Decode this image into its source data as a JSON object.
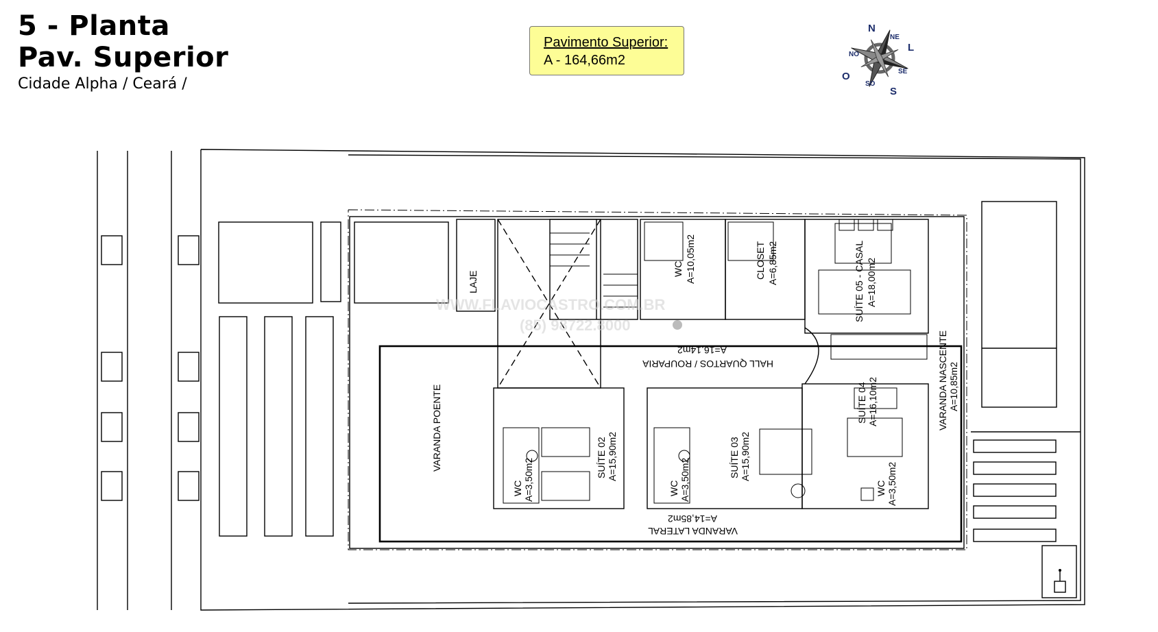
{
  "header": {
    "title_line1": "5 - Planta",
    "title_line2": "Pav. Superior",
    "location": "Cidade Alpha / Ceará   /"
  },
  "area_box": {
    "label": "Pavimento Superior:",
    "value": "A - 164,66m2"
  },
  "compass": {
    "n": "N",
    "ne": "NE",
    "l": "L",
    "se": "SE",
    "s": "S",
    "so": "SO",
    "o": "O",
    "no": "NO",
    "color": "#1c2d6b"
  },
  "watermark": {
    "line1": "WWW.FLAVIOCASTRO.COM.BR",
    "line2": "(85) 98722.8000"
  },
  "rooms": {
    "laje": "LAJE",
    "varanda_poente": "VARANDA POENTE",
    "wc_top": "WC",
    "wc_top_area": "A=10,05m2",
    "closet": "CLOSET",
    "closet_area": "A=6,85m2",
    "suite05": "SUÍTE 05 - CASAL",
    "suite05_area": "A=18,00m2",
    "hall": "HALL QUARTOS / ROUPARIA",
    "hall_area": "A=16,14m2",
    "varanda_nascente": "VARANDA NASCENTE",
    "varanda_nascente_area": "A=10,85m2",
    "suite04": "SUÍTE 04",
    "suite04_area": "A=16,10m2",
    "wc_s04": "WC",
    "wc_s04_area": "A=3,50m2",
    "suite02": "SUÍTE 02",
    "suite02_area": "A=15,90m2",
    "wc_s02": "WC",
    "wc_s02_area": "A=3,50m2",
    "suite03": "SUÍTE 03",
    "suite03_area": "A=15,90m2",
    "wc_s03": "WC",
    "wc_s03_area": "A=3,50m2",
    "varanda_lateral": "VARANDA LATERAL",
    "varanda_lateral_area": "A=14,85m2"
  }
}
